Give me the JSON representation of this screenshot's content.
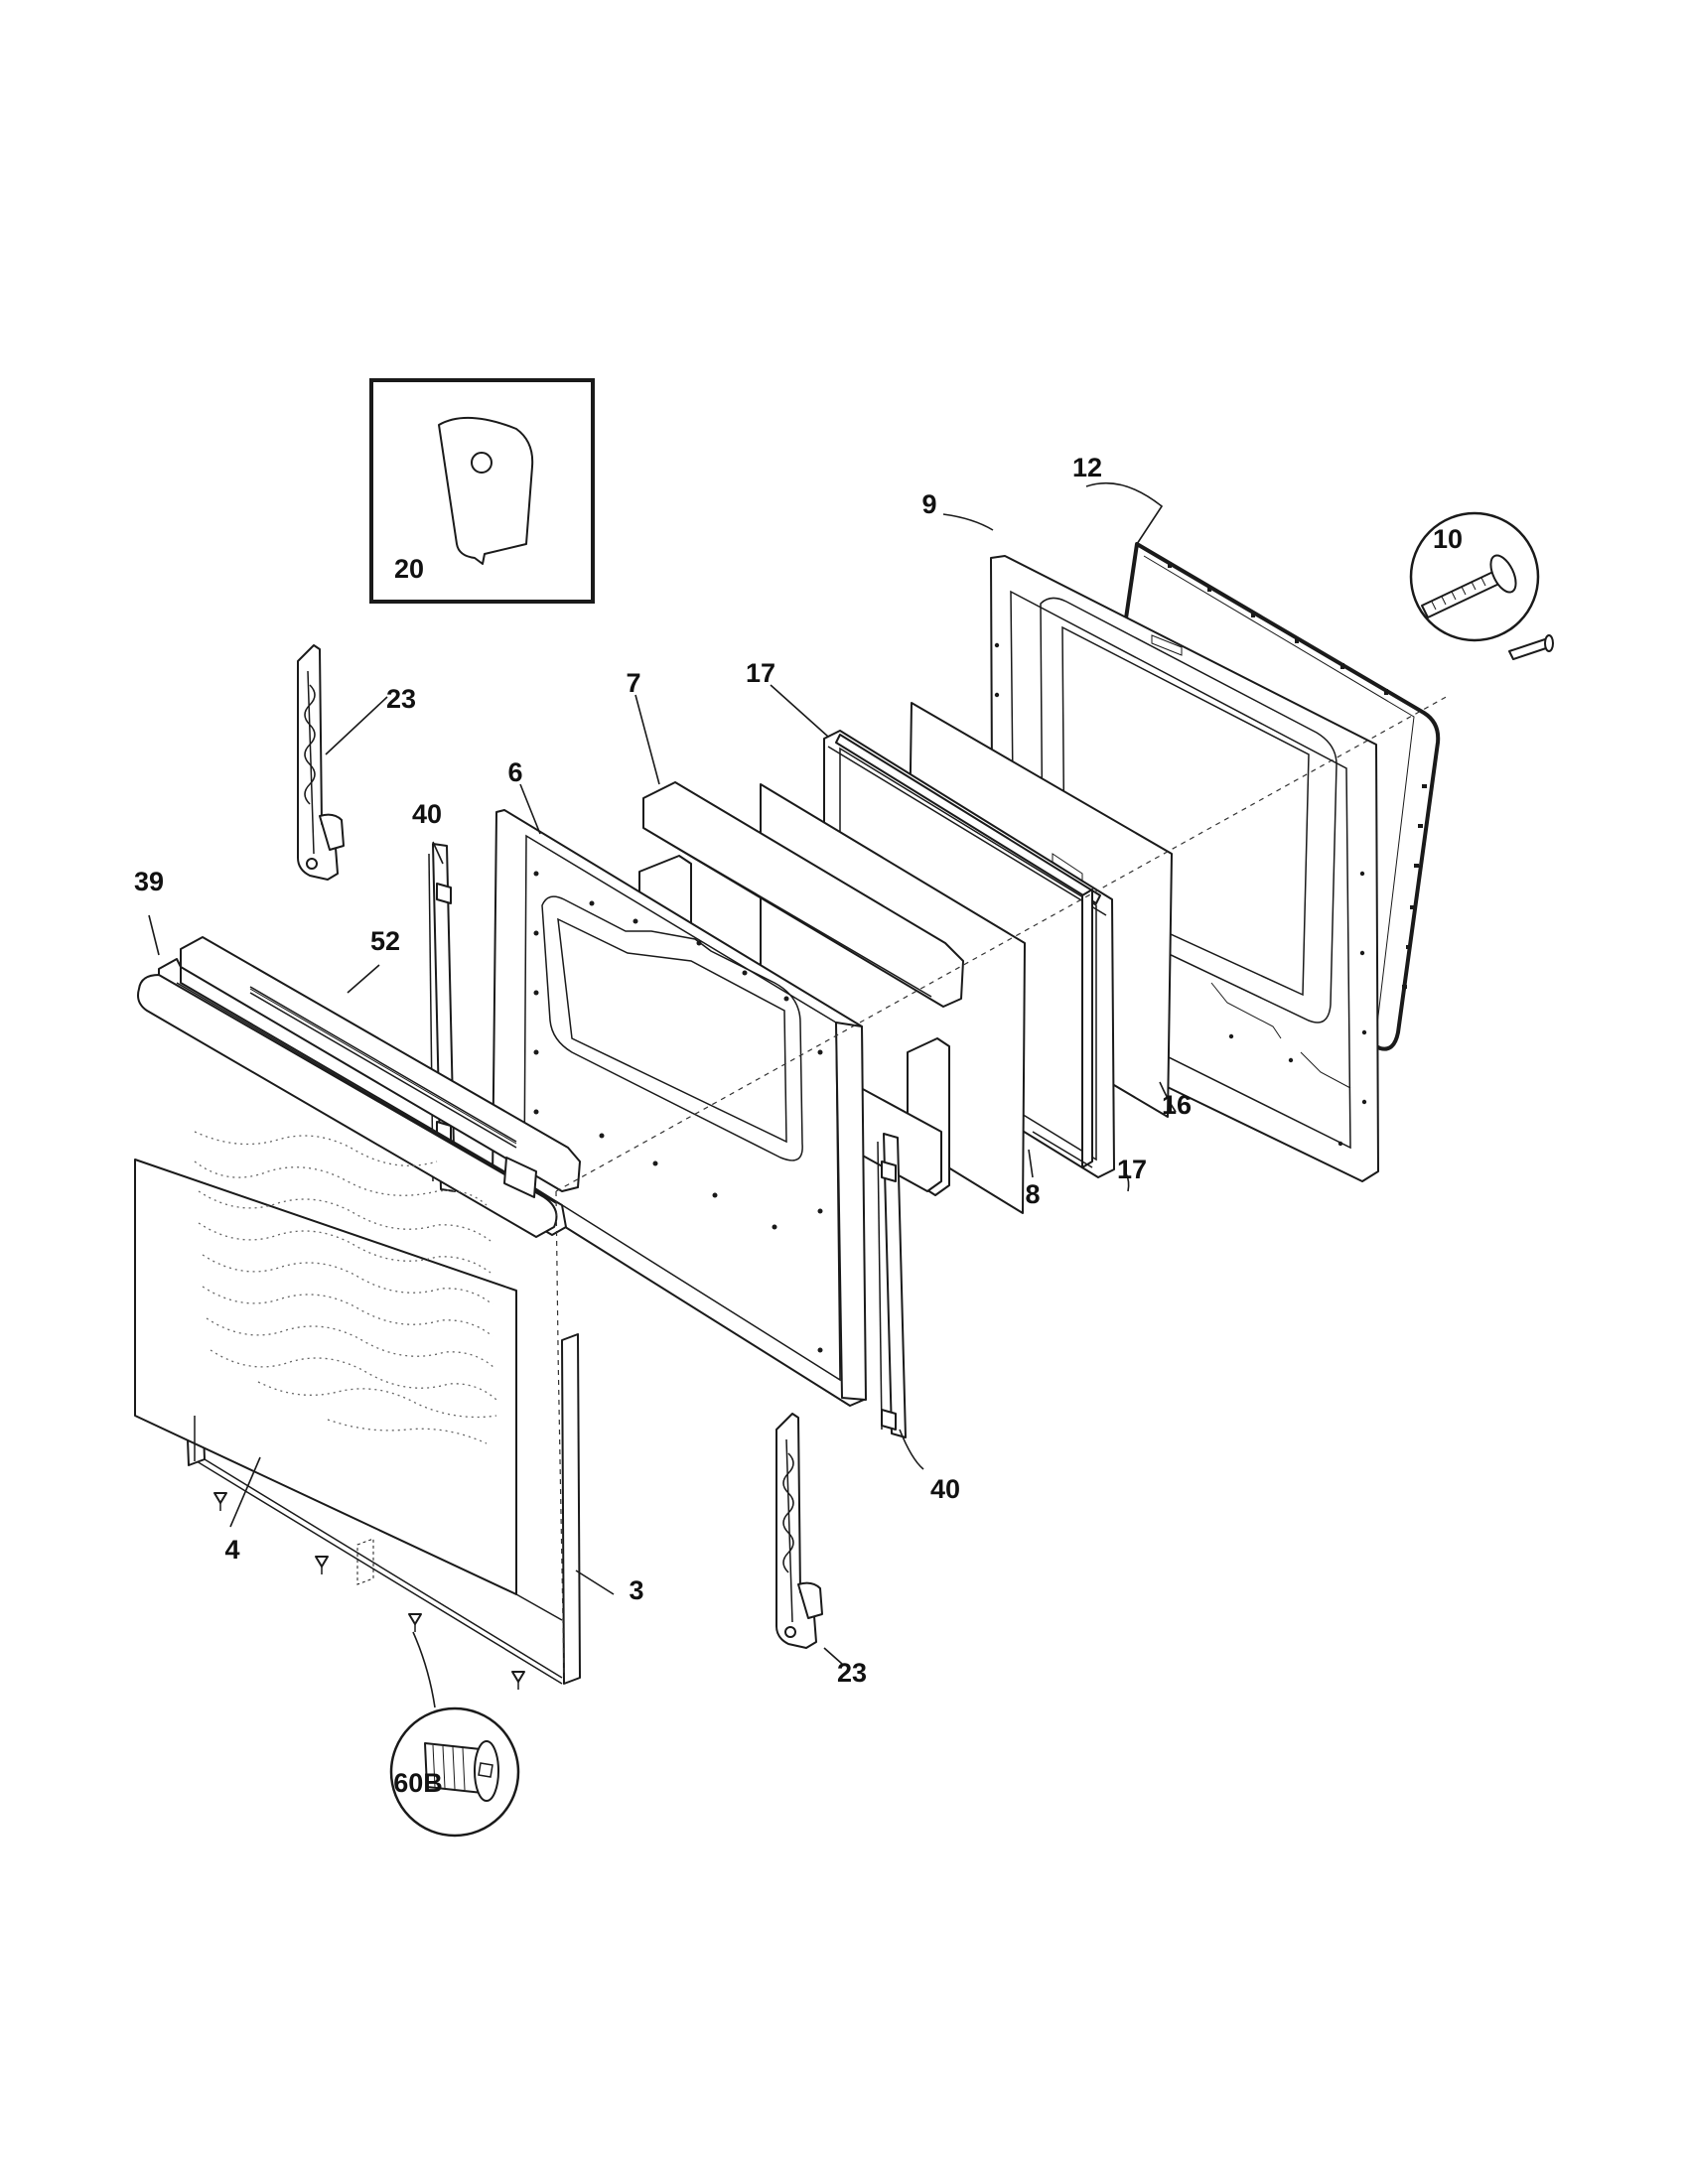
{
  "callouts": {
    "c20": "20",
    "c12": "12",
    "c9": "9",
    "c10": "10",
    "c23_top": "23",
    "c7": "7",
    "c17_top": "17",
    "c6": "6",
    "c40_top": "40",
    "c39": "39",
    "c52": "52",
    "c16": "16",
    "c17_bottom": "17",
    "c8": "8",
    "c40_bottom": "40",
    "c4": "4",
    "c3": "3",
    "c23_bottom": "23",
    "c60b": "60B"
  }
}
